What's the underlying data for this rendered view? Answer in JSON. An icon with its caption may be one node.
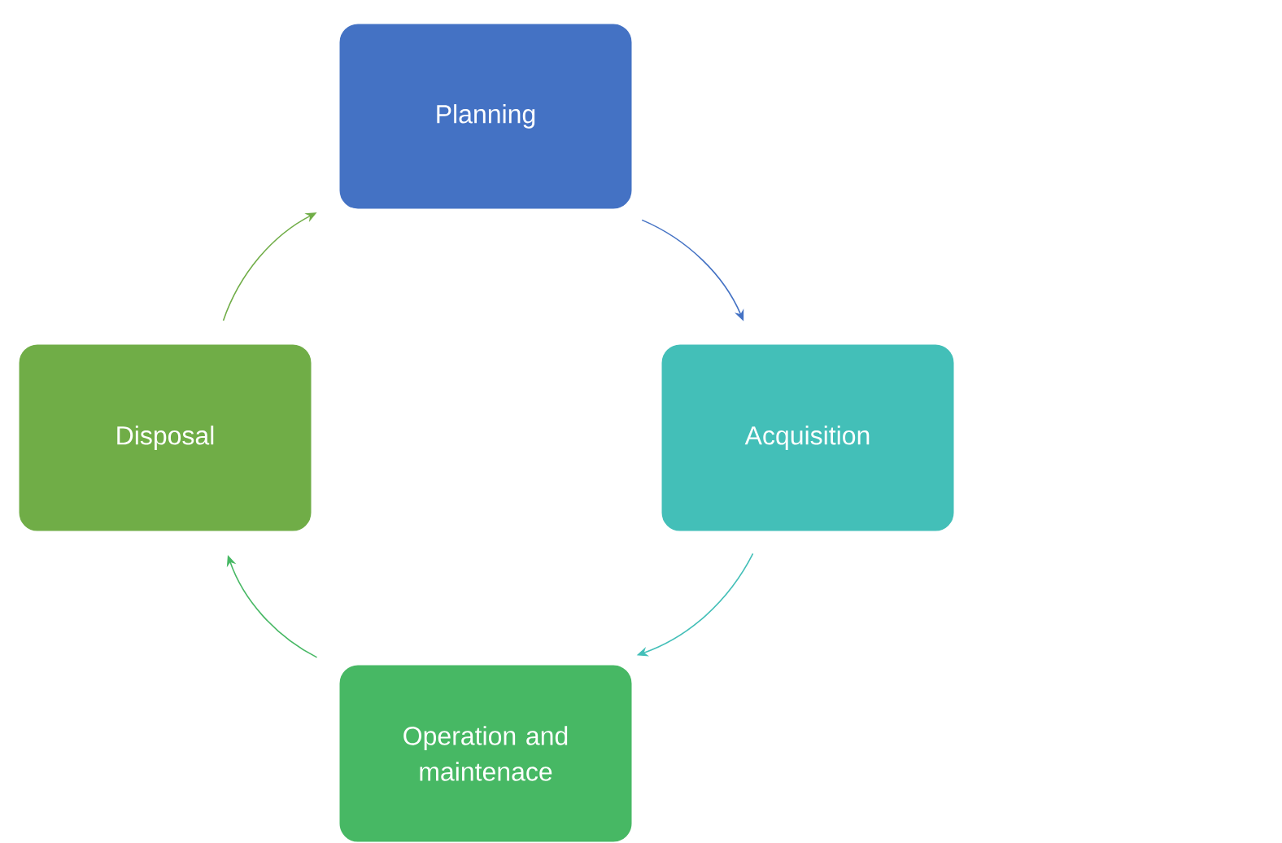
{
  "diagram": {
    "nodes": [
      {
        "text": [
          "Planning"
        ]
      },
      {
        "text": [
          "Acquisition"
        ]
      },
      {
        "text": [
          "Operation and maintenace"
        ]
      },
      {
        "text": [
          "Disposal"
        ]
      }
    ],
    "edges": [
      {
        "from": 0,
        "to": 1,
        "arrow": "to",
        "color": "#4472c4"
      },
      {
        "from": 1,
        "to": 2,
        "arrow": "to",
        "color": "#43bfb8"
      },
      {
        "from": 2,
        "to": 3,
        "arrow": "to",
        "color": "#47b864"
      },
      {
        "from": 3,
        "to": 0,
        "arrow": "to",
        "color": "#70ad47"
      }
    ]
  }
}
